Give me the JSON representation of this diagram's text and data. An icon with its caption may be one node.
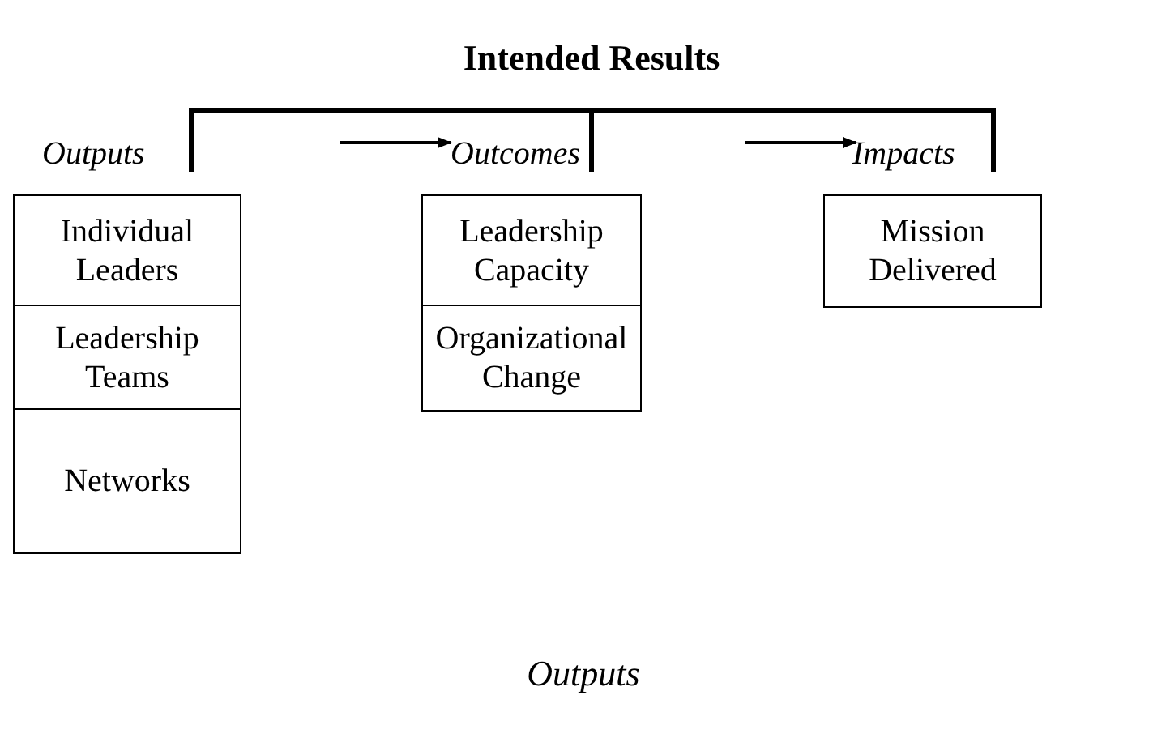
{
  "diagram": {
    "title": "Intended Results",
    "caption": "Outputs",
    "nodes": [
      {
        "text": [
          "Individual Leaders"
        ],
        "beside": [
          "Outputs"
        ]
      },
      {
        "text": [
          "Leadership Teams"
        ]
      },
      {
        "text": [
          "Networks"
        ]
      },
      {
        "text": [
          "Leadership Capacity"
        ],
        "beside": [
          "Outcomes"
        ]
      },
      {
        "text": [
          "Organizational Change"
        ]
      },
      {
        "text": [
          "Mission Delivered"
        ],
        "beside": [
          "Impacts"
        ]
      }
    ]
  }
}
